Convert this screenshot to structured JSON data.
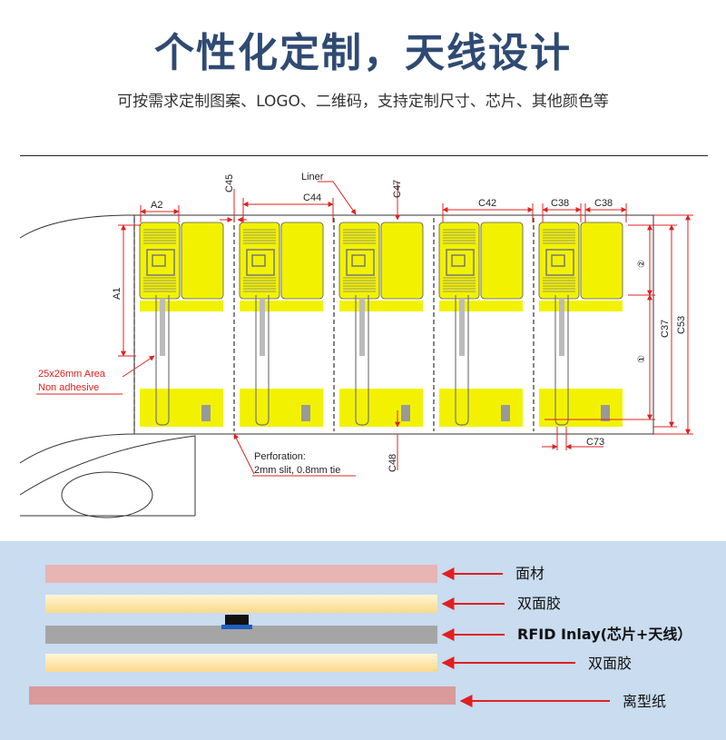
{
  "header": {
    "title": "个性化定制，天线设计",
    "subtitle": "可按需求定制图案、LOGO、二维码，支持定制尺寸、芯片、其他颜色等"
  },
  "drawing": {
    "labels": {
      "a2": "A2",
      "a1": "A1",
      "c45": "C45",
      "c44": "C44",
      "liner": "Liner",
      "c47": "C47",
      "c42": "C42",
      "c38_left": "C38",
      "c38_right": "C38",
      "c37": "C37",
      "c53": "C53",
      "circle2": "②",
      "circle1": "①",
      "c73": "C73",
      "c48": "C48",
      "area_line1": "25x26mm Area",
      "area_line2": "Non adhesive",
      "perf_line1": "Perforation:",
      "perf_line2": "2mm slit, 0.8mm tie"
    },
    "colors": {
      "yellow": "#f2f200",
      "red": "#e02020",
      "line": "#333333"
    }
  },
  "layers": [
    {
      "label": "面材",
      "color": "#e8b4b4"
    },
    {
      "label": "双面胶",
      "color": "#fde6a8"
    },
    {
      "label": "RFID Inlay(芯片+天线）",
      "color": "#a5a5a5"
    },
    {
      "label": "双面胶",
      "color": "#fde6a8"
    },
    {
      "label": "离型纸",
      "color": "#d99a9a"
    }
  ]
}
